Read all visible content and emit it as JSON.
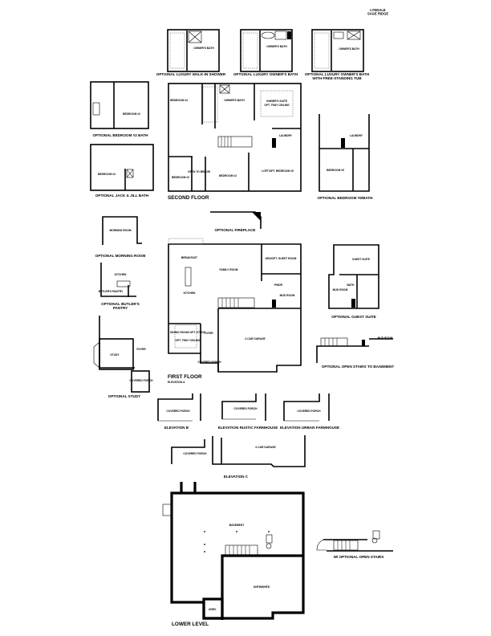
{
  "header": {
    "plan_name": "LYNDALE",
    "community": "SAGE RIDGE"
  },
  "second_floor_options": {
    "luxury_walk_in_shower": {
      "caption": "OPTIONAL LUXURY WALK-IN SHOWER",
      "room": "OWNER'S BATH"
    },
    "luxury_owners_bath": {
      "caption": "OPTIONAL LUXURY OWNER'S BATH",
      "room": "OWNER'S BATH"
    },
    "luxury_owners_bath_tub": {
      "caption_line1": "OPTIONAL LUXURY OWNER'S BATH",
      "caption_line2": "WITH FREE-STANDING TUB",
      "room": "OWNER'S BATH"
    },
    "bedroom2_bath": {
      "caption": "OPTIONAL BEDROOM #2 BATH",
      "room": "BEDROOM #2"
    },
    "jack_jill_bath": {
      "caption": "OPTIONAL JACK & JILL BATH",
      "room": "BEDROOM #3"
    },
    "bedroom5_bath": {
      "caption": "OPTIONAL BEDROOM #5/BATH",
      "rooms": [
        "LAUNDRY",
        "BEDROOM #5"
      ]
    }
  },
  "second_floor": {
    "title": "SECOND FLOOR",
    "rooms": {
      "bedroom4": "BEDROOM #4",
      "owners_bath": "OWNER'S BATH",
      "owners_suite": "OWNER'S SUITE",
      "owners_suite_note": "OPT. TRAY CEILING",
      "laundry": "LAUNDRY",
      "bedroom3": "BEDROOM #3",
      "open_to_below": "OPEN TO BELOW",
      "bedroom2": "BEDROOM #2",
      "loft": "LOFT/OPT. BEDROOM #5"
    }
  },
  "first_floor_options": {
    "fireplace": {
      "caption": "OPTIONAL FIREPLACE"
    },
    "morning_room": {
      "caption": "OPTIONAL MORNING ROOM",
      "room": "MORNING ROOM"
    },
    "butlers_pantry": {
      "caption_line1": "OPTIONAL BUTLER'S",
      "caption_line2": "PANTRY",
      "rooms": [
        "KITCHEN",
        "BUTLER'S PANTRY"
      ]
    },
    "study": {
      "caption": "OPTIONAL STUDY",
      "rooms": [
        "STUDY",
        "FOYER",
        "COVERED PORCH"
      ]
    },
    "guest_suite": {
      "caption": "OPTIONAL GUEST SUITE",
      "rooms": [
        "GUEST SUITE",
        "MUD ROOM",
        "BATH"
      ]
    },
    "open_stairs": {
      "caption": "OPTIONAL OPEN STAIRS TO BASEMENT",
      "room": "MUD ROOM"
    }
  },
  "first_floor": {
    "title": "FIRST FLOOR",
    "subtitle": "ELEVATION A",
    "rooms": {
      "breakfast": "BREAKFAST",
      "family_room": "FAMILY ROOM",
      "den": "DEN/OPT. GUEST ROOM",
      "kitchen": "KITCHEN",
      "powder": "PWDR",
      "mud_room": "MUD ROOM",
      "dining": "DINING ROOM/ OPT. STUDY",
      "dining_note": "OPT. TRAY CEILING",
      "foyer": "FOYER",
      "garage": "2-CAR GARAGE",
      "covered_porch": "COVERED PORCH"
    }
  },
  "elevations": [
    {
      "caption": "ELEVATION B",
      "room": "COVERED PORCH"
    },
    {
      "caption": "ELEVATION RUSTIC FARMHOUSE",
      "room": "COVERED PORCH"
    },
    {
      "caption": "ELEVATION URBAN FARMHOUSE",
      "room": "COVERED PORCH"
    },
    {
      "caption": "ELEVATION C",
      "room": "COVERED PORCH",
      "garage": "2-CAR GARAGE"
    }
  ],
  "lower_level": {
    "title": "LOWER LEVEL",
    "rooms": {
      "basement": "BASEMENT",
      "unfinished": "UNFINISHED",
      "unex": "UNEX."
    },
    "option_caption": "W/ OPTIONAL OPEN STAIRS"
  }
}
